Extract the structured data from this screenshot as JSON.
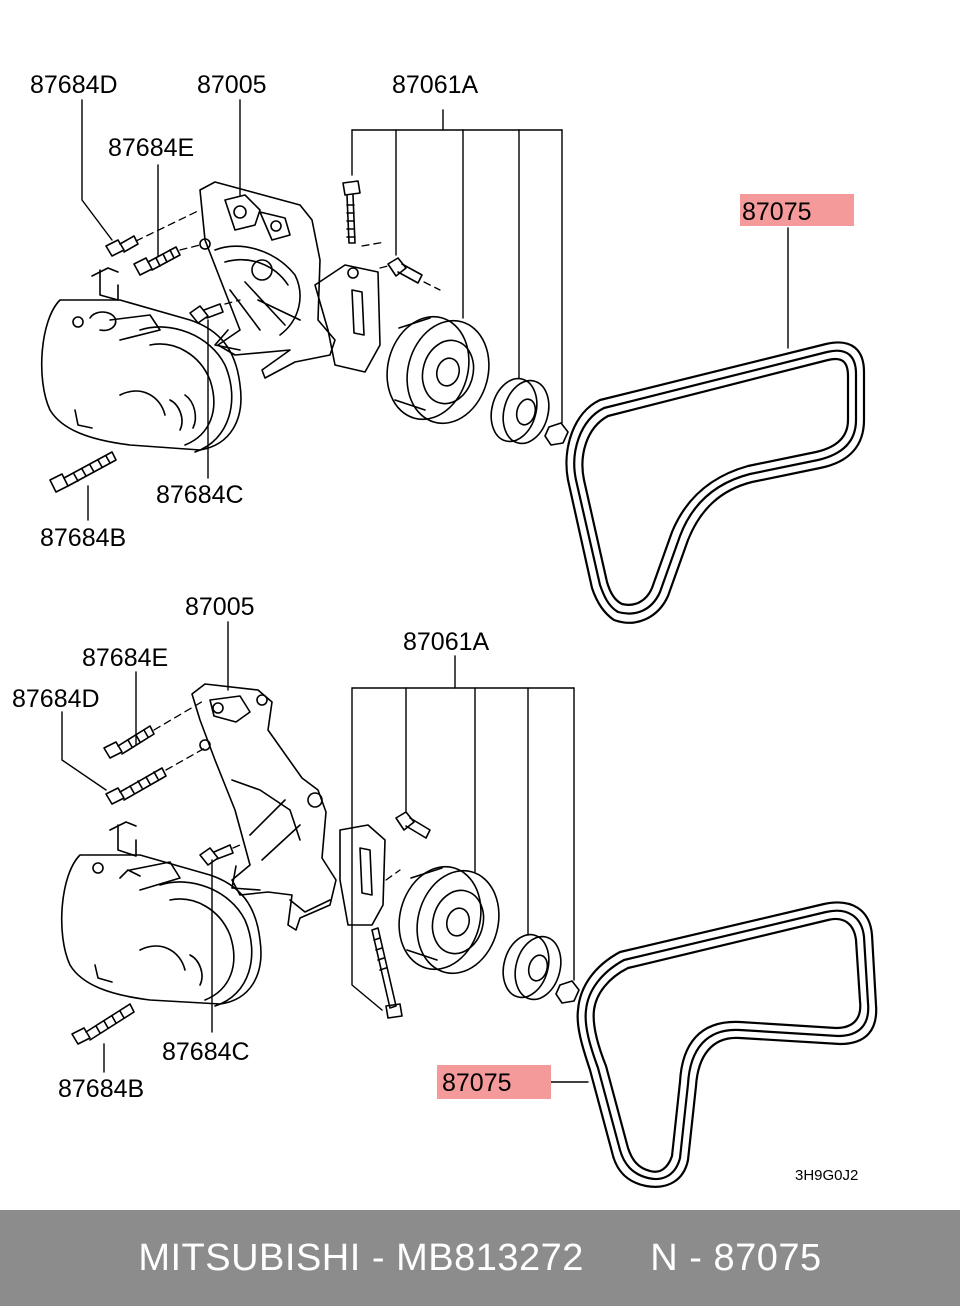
{
  "diagram": {
    "upper": {
      "labels": {
        "d": "87684D",
        "bracket": "87005",
        "tensioner": "87061A",
        "e": "87684E",
        "belt": "87075",
        "c": "87684C",
        "b": "87684B"
      }
    },
    "lower": {
      "labels": {
        "bracket": "87005",
        "tensioner": "87061A",
        "e": "87684E",
        "d": "87684D",
        "c": "87684C",
        "b": "87684B",
        "belt": "87075"
      },
      "code": "3H9G0J2"
    },
    "highlight_color": "#f59a9a"
  },
  "footer": {
    "brand": "MITSUBISHI",
    "separator": "-",
    "part_number": "MB813272",
    "ref": "N - 87075"
  }
}
